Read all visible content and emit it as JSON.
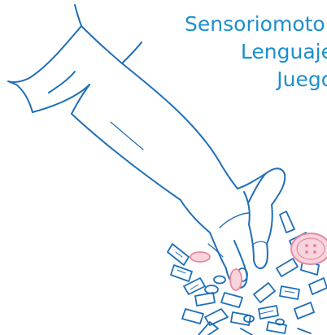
{
  "labels": [
    "Sensoriomotor",
    "Lenguaje",
    "Juego"
  ],
  "colors": {
    "line": "#1e6fb8",
    "text": "#1d8fd1",
    "button_fill": "#f8d4dd",
    "button_stroke": "#e58aa2",
    "background": "#ffffff"
  },
  "icons": [
    "arm-illustration",
    "hand-icon",
    "pasta-pile",
    "button-icon"
  ]
}
